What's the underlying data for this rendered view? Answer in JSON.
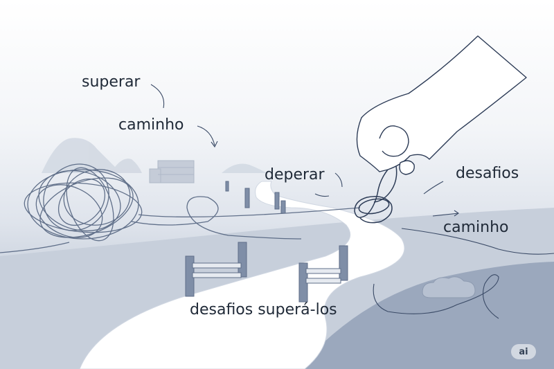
{
  "labels": {
    "superar": "superar",
    "caminho_top": "caminho",
    "deperar": "deperar",
    "desafios_right": "desafios",
    "caminho_right": "caminho",
    "bottom_caption": "desafios superá-los"
  },
  "badge": "ai",
  "icons": [
    "tangled-scribble-icon",
    "hand-icon",
    "knot-icon",
    "fence-icon",
    "cloud-icon",
    "arrow-icon"
  ],
  "colors": {
    "ink": "#2b3a55",
    "path": "#ffffff",
    "ground": "#9aa7bb",
    "post": "#8391a8"
  }
}
